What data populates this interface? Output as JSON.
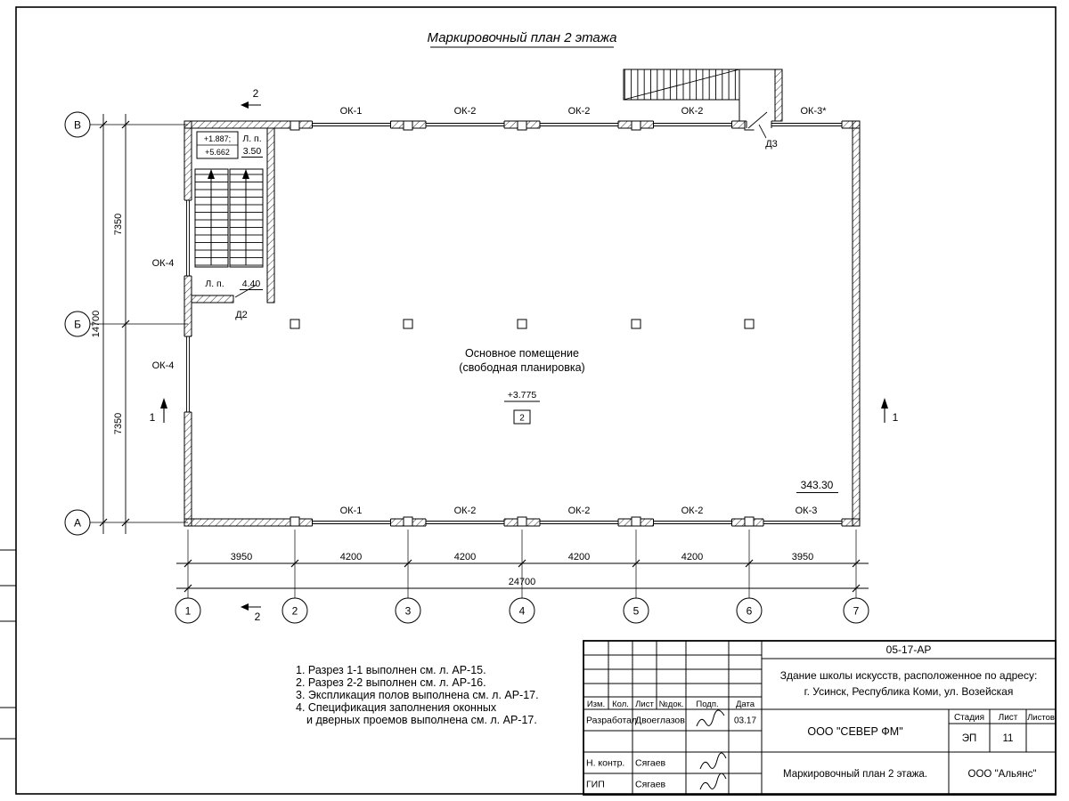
{
  "page": {
    "title": "Маркировочный план 2 этажа"
  },
  "theme": {
    "ink": "#000000",
    "paper": "#ffffff"
  },
  "plan": {
    "axes_rows": [
      "В",
      "Б",
      "А"
    ],
    "axes_cols": [
      "1",
      "2",
      "3",
      "4",
      "5",
      "6",
      "7"
    ],
    "windows_top": [
      "ОК-1",
      "ОК-2",
      "ОК-2",
      "ОК-2",
      "ОК-3*"
    ],
    "windows_bottom": [
      "ОК-1",
      "ОК-2",
      "ОК-2",
      "ОК-2",
      "ОК-3"
    ],
    "windows_left": [
      "ОК-4",
      "ОК-4"
    ],
    "door_d2": "Д2",
    "door_d3": "Д3",
    "dims_bottom": [
      "3950",
      "4200",
      "4200",
      "4200",
      "4200",
      "3950"
    ],
    "dim_bottom_total": "24700",
    "dims_left": [
      "7350",
      "7350"
    ],
    "dim_left_total": "14700",
    "room_name": "Основное помещение",
    "room_sub": "(свободная планировка)",
    "elevation": "+3.775",
    "room_number": "2",
    "area": "343.30",
    "stair": {
      "elev1": "+1.887;",
      "elev2": "+5.662",
      "lp": "Л. п.",
      "lp_top_value": "3.50",
      "lp_bottom_value": "4.40"
    },
    "section1": "1",
    "section2": "2"
  },
  "notes": [
    "1. Разрез 1-1 выполнен см. л. АР-15.",
    "2. Разрез 2-2 выполнен см. л. АР-16.",
    "3. Экспликация полов выполнена см. л. АР-17.",
    "4. Спецификация заполнения оконных",
    "и дверных проемов выполнена см. л. АР-17."
  ],
  "title_block": {
    "doc_number": "05-17-АР",
    "project_line1": "Здание школы искусств, расположенное по адресу:",
    "project_line2": "г. Усинск, Республика Коми, ул. Возейская",
    "cols": [
      "Изм.",
      "Кол.",
      "Лист",
      "№док.",
      "Подп.",
      "Дата"
    ],
    "row_developed_role": "Разработал",
    "row_developed_name": "Двоеглазов",
    "row_developed_date": "03.17",
    "row_ncontr_role": "Н. контр.",
    "row_ncontr_name": "Сягаев",
    "row_gip_role": "ГИП",
    "row_gip_name": "Сягаев",
    "company": "ООО \"СЕВЕР ФМ\"",
    "stage_label": "Стадия",
    "sheet_label": "Лист",
    "sheets_label": "Листов",
    "stage_value": "ЭП",
    "sheet_value": "11",
    "drawing_name": "Маркировочный план 2 этажа.",
    "company2": "ООО \"Альянс\""
  }
}
